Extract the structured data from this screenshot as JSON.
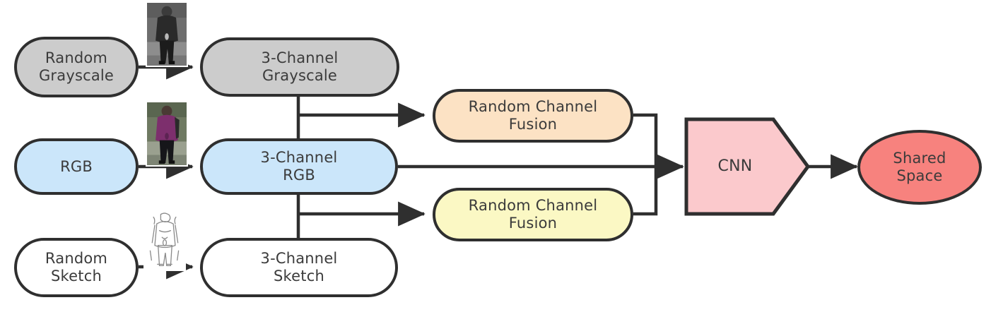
{
  "diagram": {
    "title": "Random Channel Fusion network diagram",
    "palette": {
      "stroke": "#2f2f2f",
      "text": "#3b3b3b",
      "gray_fill": "#cccccc",
      "blue_fill": "#cbe6fa",
      "white_fill": "#ffffff",
      "peach_fill": "#fce2c4",
      "yellow_fill": "#fbf8c4",
      "pink_fill": "#fbc9cc",
      "salmon_fill": "#f7827e",
      "background": "#ffffff"
    },
    "nodes": [
      {
        "id": "random-grayscale",
        "label": "Random\nGrayscale",
        "shape": "pill",
        "fill": "#cccccc"
      },
      {
        "id": "three-channel-grayscale",
        "label": "3-Channel\nGrayscale",
        "shape": "pill",
        "fill": "#cccccc"
      },
      {
        "id": "rgb",
        "label": "RGB",
        "shape": "pill",
        "fill": "#cbe6fa"
      },
      {
        "id": "three-channel-rgb",
        "label": "3-Channel\nRGB",
        "shape": "pill",
        "fill": "#cbe6fa"
      },
      {
        "id": "random-sketch",
        "label": "Random\nSketch",
        "shape": "pill",
        "fill": "#ffffff"
      },
      {
        "id": "three-channel-sketch",
        "label": "3-Channel\nSketch",
        "shape": "pill",
        "fill": "#ffffff"
      },
      {
        "id": "random-channel-fusion-top",
        "label": "Random Channel\nFusion",
        "shape": "pill",
        "fill": "#fce2c4"
      },
      {
        "id": "random-channel-fusion-bottom",
        "label": "Random Channel\nFusion",
        "shape": "pill",
        "fill": "#fbf8c4"
      },
      {
        "id": "cnn",
        "label": "CNN",
        "shape": "pentagon",
        "fill": "#fbc9cc"
      },
      {
        "id": "shared-space",
        "label": "Shared\nSpace",
        "shape": "ellipse",
        "fill": "#f7827e"
      }
    ],
    "thumbnails": [
      {
        "id": "grayscale-person-thumbnail",
        "kind": "grayscale-photo"
      },
      {
        "id": "rgb-person-thumbnail",
        "kind": "color-photo"
      },
      {
        "id": "sketch-person-thumbnail",
        "kind": "sketch-drawing"
      }
    ],
    "edges": [
      {
        "from": "random-grayscale",
        "to": "three-channel-grayscale"
      },
      {
        "from": "rgb",
        "to": "three-channel-rgb"
      },
      {
        "from": "random-sketch",
        "to": "three-channel-sketch"
      },
      {
        "from": "three-channel-grayscale",
        "to": "random-channel-fusion-top"
      },
      {
        "from": "three-channel-rgb",
        "to": "random-channel-fusion-bottom"
      },
      {
        "from": "random-channel-fusion-top",
        "to": "cnn"
      },
      {
        "from": "three-channel-rgb",
        "to": "cnn"
      },
      {
        "from": "random-channel-fusion-bottom",
        "to": "cnn"
      },
      {
        "from": "cnn",
        "to": "shared-space"
      }
    ]
  }
}
